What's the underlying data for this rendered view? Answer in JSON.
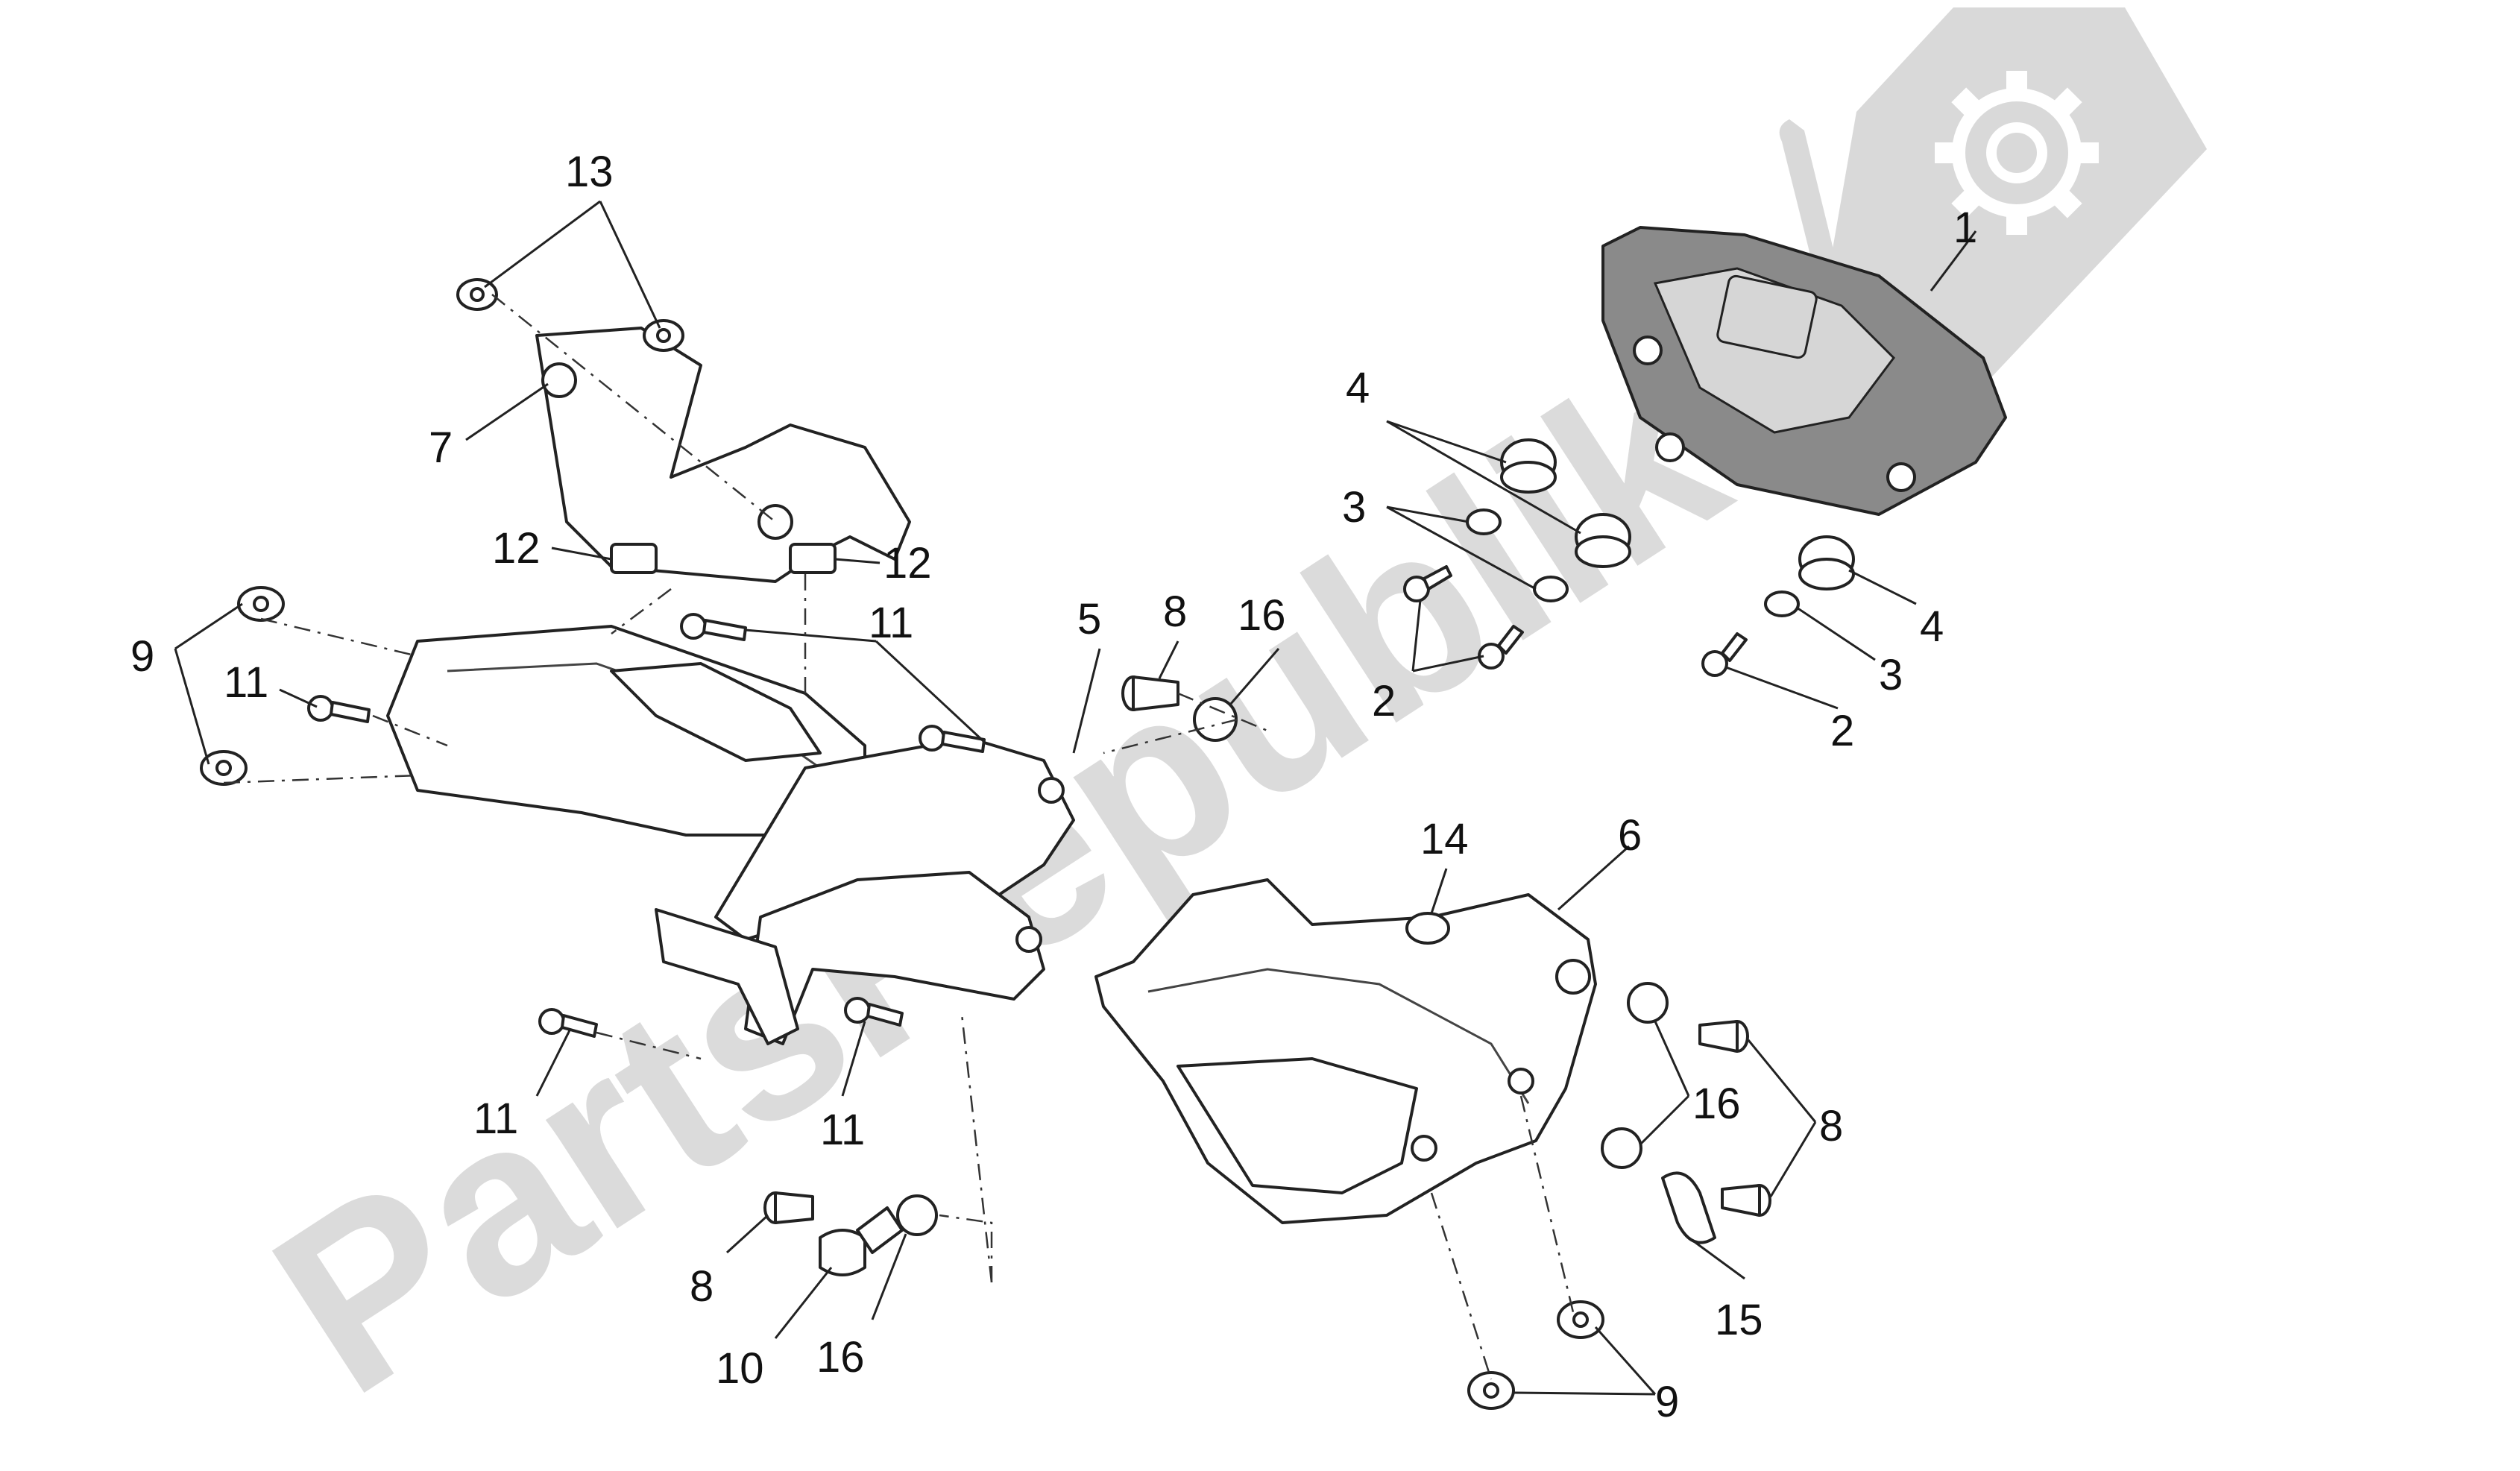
{
  "watermark": {
    "text": "PartsRepublik",
    "color": "#c8c8c8"
  },
  "logo": {
    "icon": "gear-icon",
    "color": "#c8c8c8"
  },
  "callouts": [
    {
      "id": "c13",
      "label": "13"
    },
    {
      "id": "c7",
      "label": "7"
    },
    {
      "id": "c12a",
      "label": "12"
    },
    {
      "id": "c12b",
      "label": "12"
    },
    {
      "id": "c9a",
      "label": "9"
    },
    {
      "id": "c11a",
      "label": "11"
    },
    {
      "id": "c11b",
      "label": "11"
    },
    {
      "id": "c5",
      "label": "5"
    },
    {
      "id": "c8a",
      "label": "8"
    },
    {
      "id": "c16a",
      "label": "16"
    },
    {
      "id": "c1",
      "label": "1"
    },
    {
      "id": "c4a",
      "label": "4"
    },
    {
      "id": "c3a",
      "label": "3"
    },
    {
      "id": "c2a",
      "label": "2"
    },
    {
      "id": "c4b",
      "label": "4"
    },
    {
      "id": "c3b",
      "label": "3"
    },
    {
      "id": "c2b",
      "label": "2"
    },
    {
      "id": "c14",
      "label": "14"
    },
    {
      "id": "c6",
      "label": "6"
    },
    {
      "id": "c16b",
      "label": "16"
    },
    {
      "id": "c8b",
      "label": "8"
    },
    {
      "id": "c11c",
      "label": "11"
    },
    {
      "id": "c11d",
      "label": "11"
    },
    {
      "id": "c8c",
      "label": "8"
    },
    {
      "id": "c10",
      "label": "10"
    },
    {
      "id": "c16c",
      "label": "16"
    },
    {
      "id": "c15",
      "label": "15"
    },
    {
      "id": "c9b",
      "label": "9"
    }
  ]
}
